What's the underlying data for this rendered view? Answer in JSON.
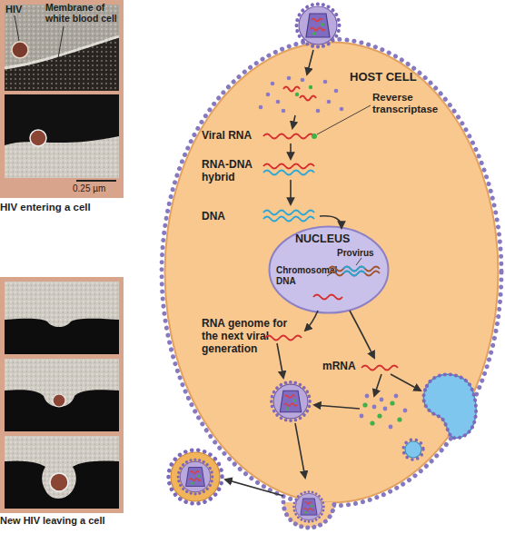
{
  "diagram": {
    "nodes": [
      {
        "text": [
          "HIV",
          "Membrane of white blood cell",
          "0.25 µm",
          "HIV entering a cell"
        ]
      },
      {
        "text": [
          "HOST CELL",
          "Viral RNA",
          "Reverse transcriptase",
          "RNA-DNA hybrid",
          "DNA",
          "RNA genome for the next viral generation",
          "mRNA"
        ]
      },
      {
        "text": [
          "NUCLEUS",
          "Chromosomal DNA",
          "Provirus"
        ],
        "in": 1
      },
      {
        "text": [
          "New HIV leaving a cell"
        ]
      }
    ]
  }
}
